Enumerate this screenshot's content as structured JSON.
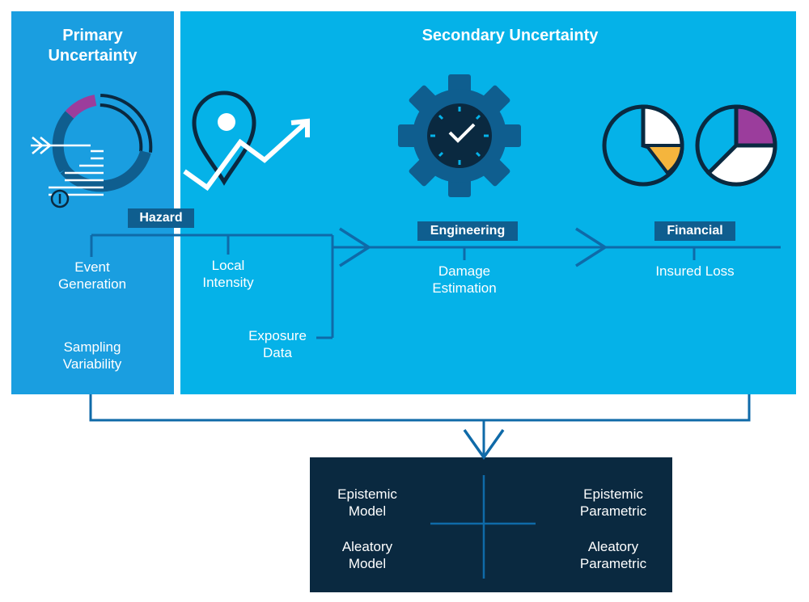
{
  "primary": {
    "title": "Primary\nUncertainty",
    "hazard_tag": "Hazard",
    "event_generation": "Event\nGeneration",
    "sampling_variability": "Sampling\nVariability"
  },
  "secondary": {
    "title": "Secondary Uncertainty",
    "local_intensity": "Local\nIntensity",
    "exposure_data": "Exposure\nData",
    "engineering_tag": "Engineering",
    "damage_estimation": "Damage\nEstimation",
    "financial_tag": "Financial",
    "insured_loss": "Insured Loss"
  },
  "result": {
    "epistemic_model": "Epistemic\nModel",
    "epistemic_parametric": "Epistemic\nParametric",
    "aleatory_model": "Aleatory\nModel",
    "aleatory_parametric": "Aleatory\nParametric"
  },
  "colors": {
    "primary_panel": "#1a9ee0",
    "secondary_panel": "#05b2e8",
    "connector": "#0f6aa8",
    "dark_navy": "#0a2940",
    "accent_purple": "#9b3d9c",
    "accent_yellow": "#f5b53d"
  }
}
